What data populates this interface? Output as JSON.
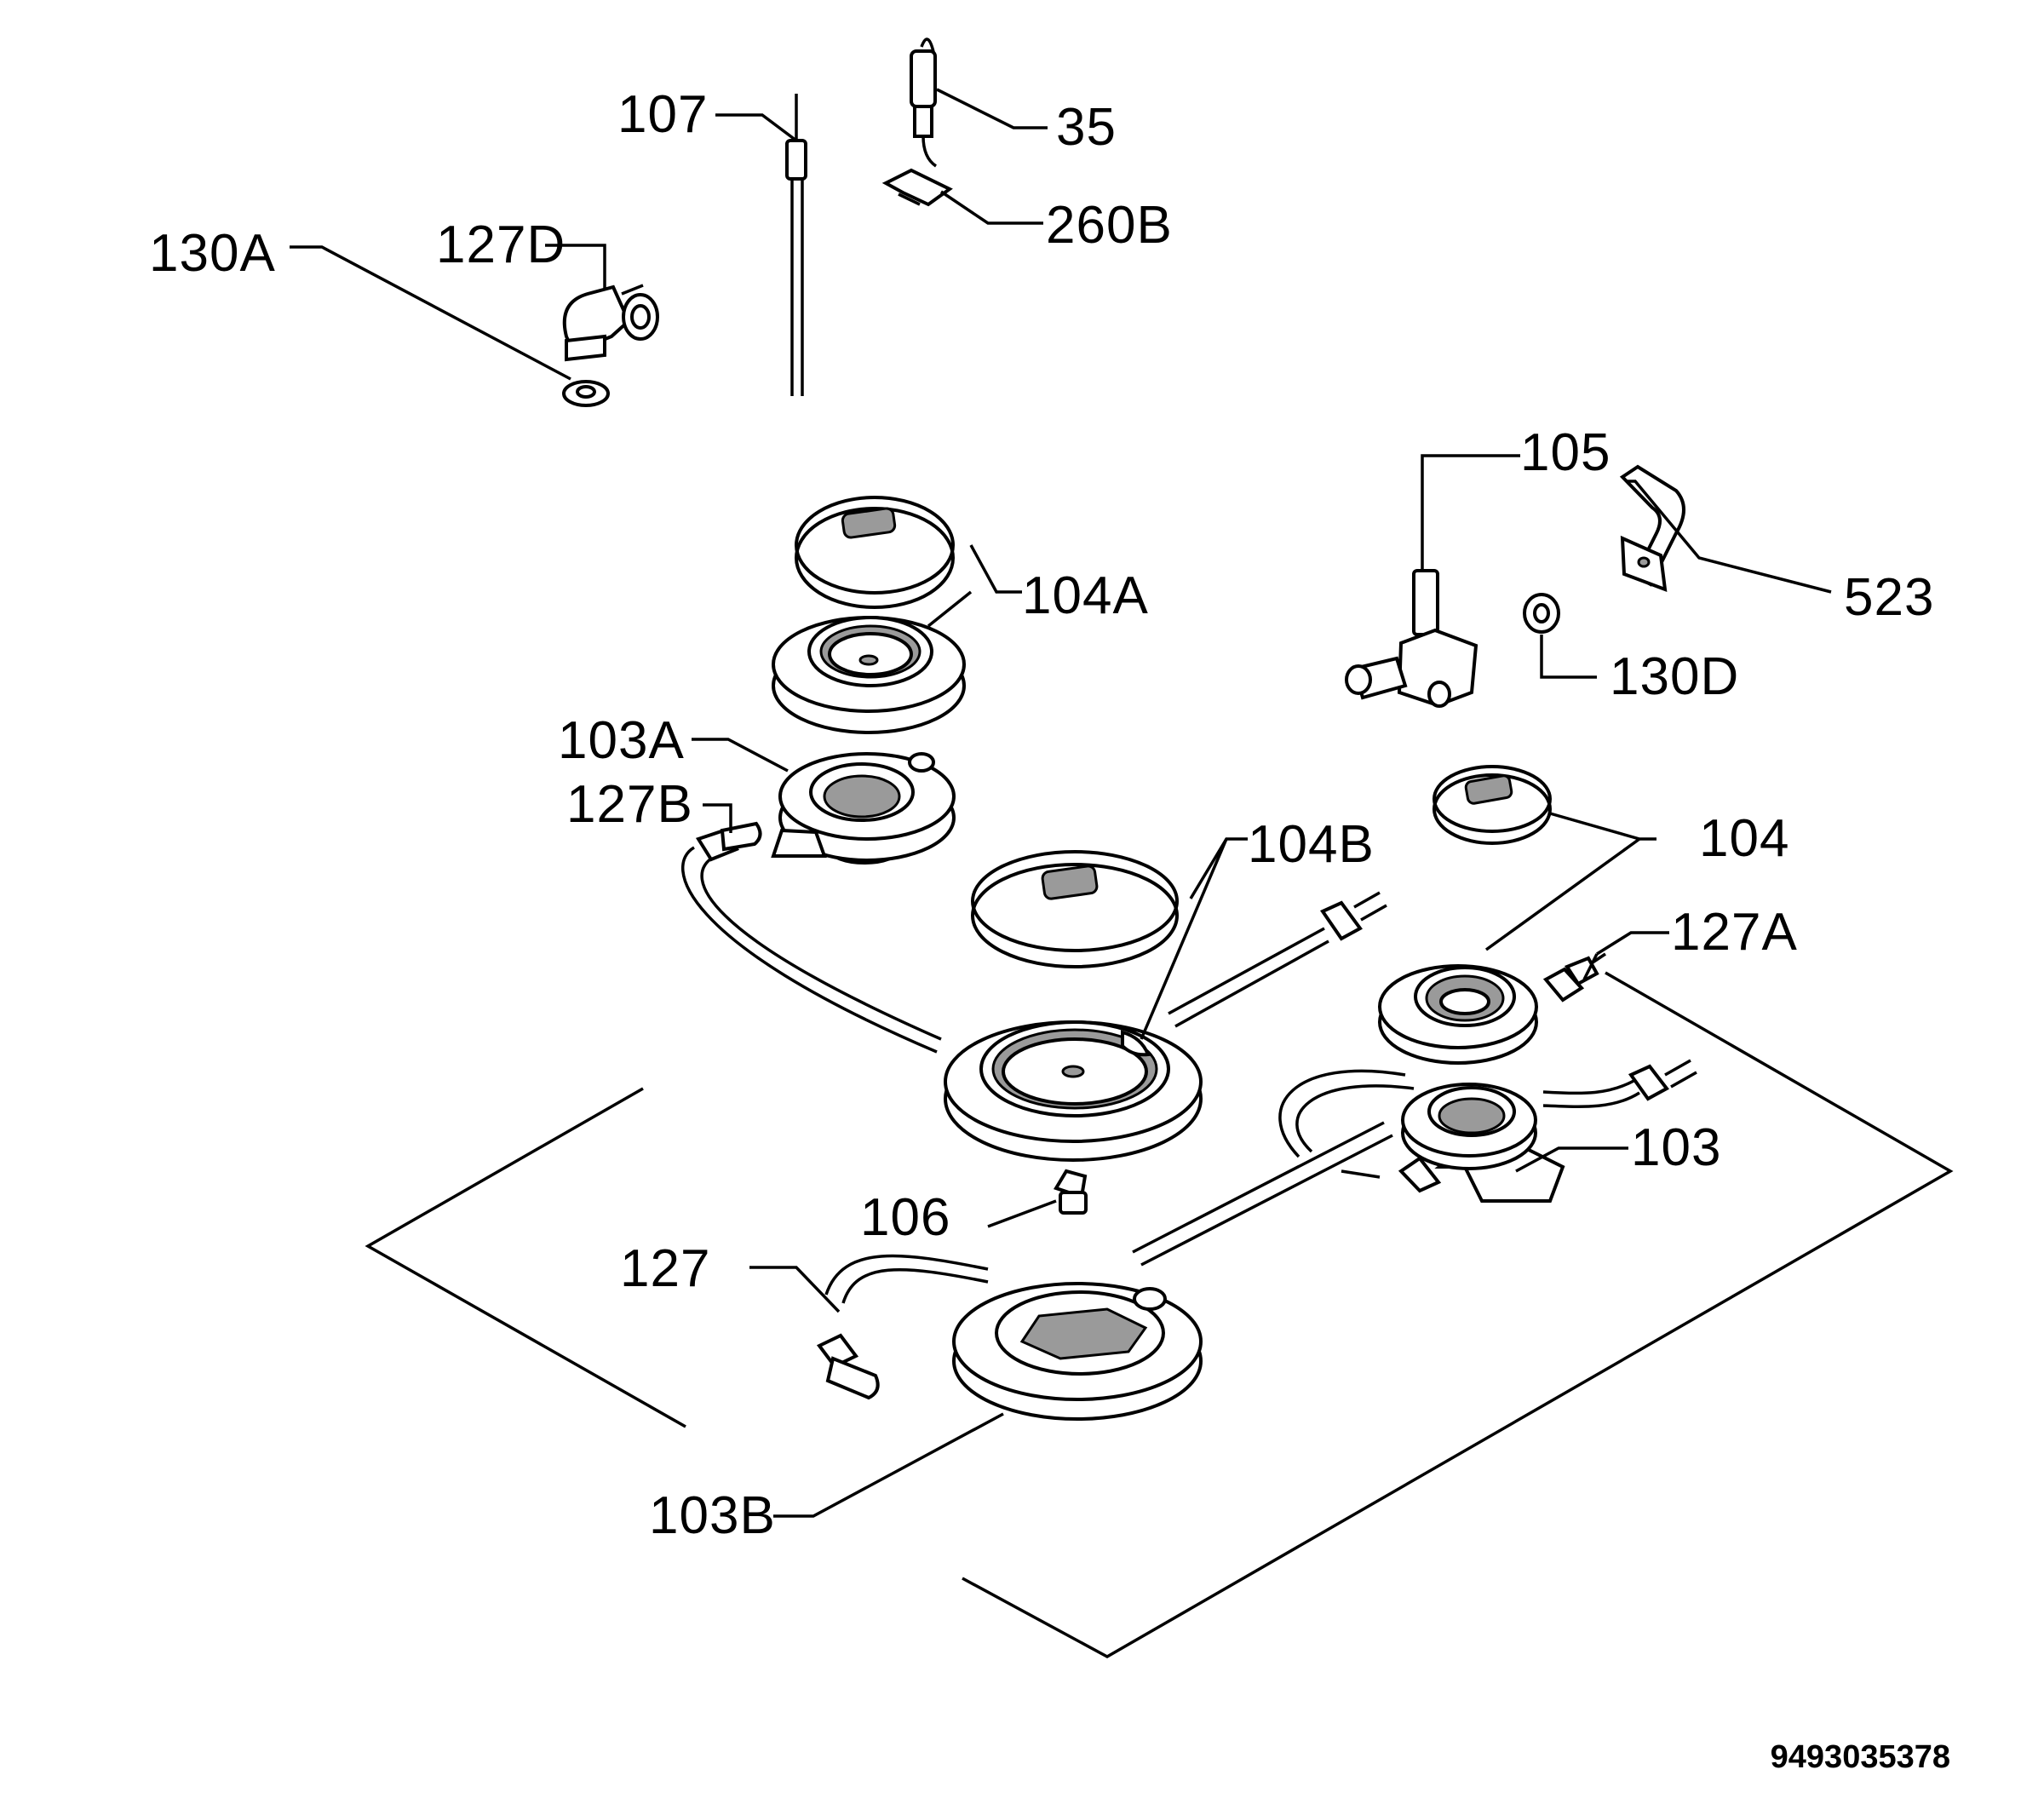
{
  "diagram": {
    "labels": {
      "l107": "107",
      "l35": "35",
      "l260b": "260B",
      "l130a": "130A",
      "l127d": "127D",
      "l105": "105",
      "l523": "523",
      "l130d": "130D",
      "l104a": "104A",
      "l103a": "103A",
      "l127b": "127B",
      "l104b": "104B",
      "l104": "104",
      "l127a": "127A",
      "l103": "103",
      "l106": "106",
      "l127": "127",
      "l103b": "103B"
    },
    "document_number": "9493035378"
  },
  "colors": {
    "line": "#000000",
    "background": "#ffffff",
    "shading": "#9a9a9a"
  }
}
